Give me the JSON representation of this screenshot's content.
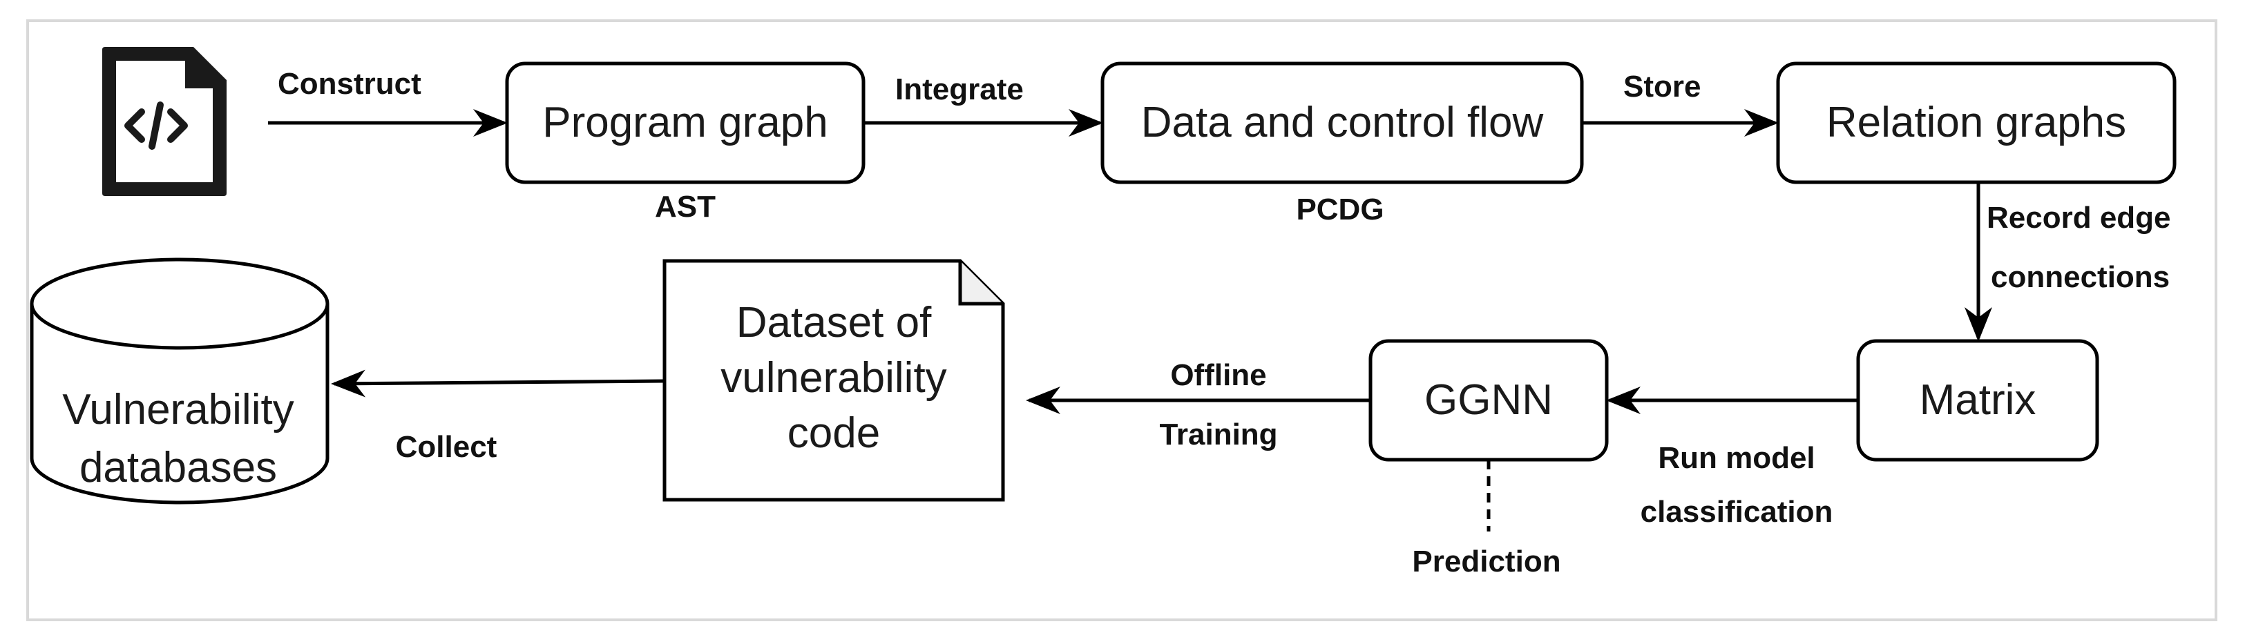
{
  "nodes": {
    "code_file": {
      "icon": "code-file-icon"
    },
    "program_graph": {
      "label": "Program graph",
      "sublabel": "AST"
    },
    "data_control_flow": {
      "label": "Data and control flow",
      "sublabel": "PCDG"
    },
    "relation_graphs": {
      "label": "Relation graphs"
    },
    "matrix": {
      "label": "Matrix"
    },
    "ggnn": {
      "label": "GGNN"
    },
    "dataset": {
      "line1": "Dataset of",
      "line2": "vulnerability",
      "line3": "code"
    },
    "vuln_db": {
      "line1": "Vulnerability",
      "line2": "databases"
    }
  },
  "edges": {
    "construct": "Construct",
    "integrate": "Integrate",
    "store": "Store",
    "record_edge_1": "Record edge",
    "record_edge_2": "connections",
    "run_model_1": "Run model",
    "run_model_2": "classification",
    "offline_1": "Offline",
    "offline_2": "Training",
    "collect": "Collect",
    "prediction": "Prediction"
  },
  "colors": {
    "stroke": "#000000",
    "frame": "#d9d9d9",
    "fill": "#ffffff"
  }
}
